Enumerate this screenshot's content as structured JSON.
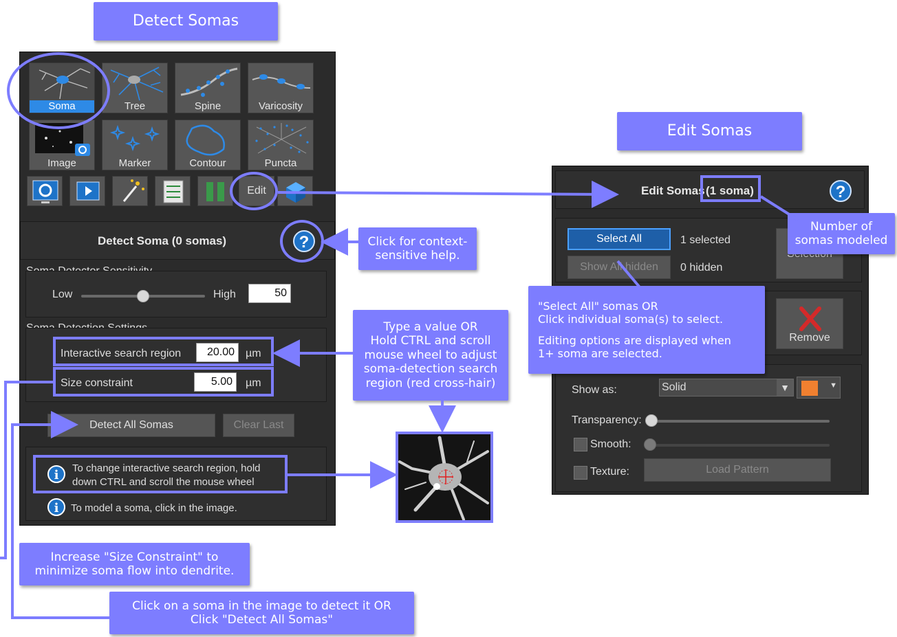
{
  "callouts": {
    "detect_title": "Detect Somas",
    "edit_title": "Edit Somas",
    "context_help": [
      "Click for context-",
      "sensitive help."
    ],
    "number_modeled": [
      "Number of",
      "somas modeled"
    ],
    "type_value": [
      "Type a value OR",
      "Hold CTRL and scroll",
      "mouse wheel to adjust",
      "soma-detection search",
      "region (red cross-hair)"
    ],
    "select_all": [
      "\"Select All\" somas OR",
      "Click individual soma(s) to select.",
      "",
      "Editing options are displayed  when",
      "1+ soma are selected."
    ],
    "size_constraint": [
      "Increase \"Size Constraint\" to",
      "minimize soma flow into dendrite."
    ],
    "click_soma": [
      "Click on a soma in the image to detect it OR",
      "Click \"Detect All Somas\""
    ]
  },
  "detect_panel": {
    "tiles": [
      {
        "label": "Soma",
        "icon": "soma-icon",
        "selected": true
      },
      {
        "label": "Tree",
        "icon": "tree-icon"
      },
      {
        "label": "Spine",
        "icon": "spine-icon"
      },
      {
        "label": "Varicosity",
        "icon": "varicosity-icon"
      },
      {
        "label": "Image",
        "icon": "image-icon"
      },
      {
        "label": "Marker",
        "icon": "marker-icon"
      },
      {
        "label": "Contour",
        "icon": "contour-icon"
      },
      {
        "label": "Puncta",
        "icon": "puncta-icon"
      }
    ],
    "tools": [
      "settings-icon",
      "film-icon",
      "magic-wand-icon",
      "list-settings-icon",
      "columns-icon"
    ],
    "edit_label": "Edit",
    "title": "Detect Soma (0 somas)",
    "sensitivity": {
      "label": "Soma Detector Sensitivity",
      "low": "Low",
      "high": "High",
      "value": "50",
      "level": 0.5
    },
    "settings": {
      "label": "Soma Detection Settings",
      "search_region_label": "Interactive search region",
      "search_region_value": "20.00",
      "size_label": "Size constraint",
      "size_value": "5.00",
      "unit": "µm"
    },
    "detect_all": "Detect All Somas",
    "clear_last": "Clear Last",
    "info1": [
      "To change interactive search region, hold",
      "down CTRL and scroll the mouse wheel"
    ],
    "info2": "To model a soma, click in the image."
  },
  "edit_panel": {
    "title": "Edit Somas",
    "count": "(1 soma)",
    "select_all": "Select All",
    "selected": "1 selected",
    "show_all_hidden": "Show All hidden",
    "hidden": "0 hidden",
    "selection": "Selection",
    "remove": "Remove",
    "show_as_label": "Show as:",
    "show_as_value": "Solid",
    "color": "#f08030",
    "transparency": "Transparency:",
    "smooth": "Smooth:",
    "texture": "Texture:",
    "load_pattern": "Load Pattern"
  },
  "colors": {
    "accent": "#7d7dff",
    "panel": "#2b2b2b",
    "selected": "#2e8ae6"
  }
}
